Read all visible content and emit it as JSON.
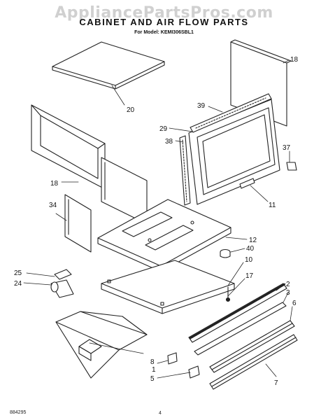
{
  "watermark": "AppliancePartsPros.com",
  "header": {
    "title": "CABINET AND AIR FLOW PARTS",
    "model": "For Model: KEMI306SBL1"
  },
  "footer": {
    "doc_code": "884295",
    "page_number": "4"
  },
  "callouts": [
    "18",
    "20",
    "39",
    "29",
    "38",
    "37",
    "11",
    "18",
    "34",
    "12",
    "40",
    "10",
    "17",
    "25",
    "24",
    "2",
    "3",
    "6",
    "8",
    "1",
    "5",
    "7"
  ]
}
